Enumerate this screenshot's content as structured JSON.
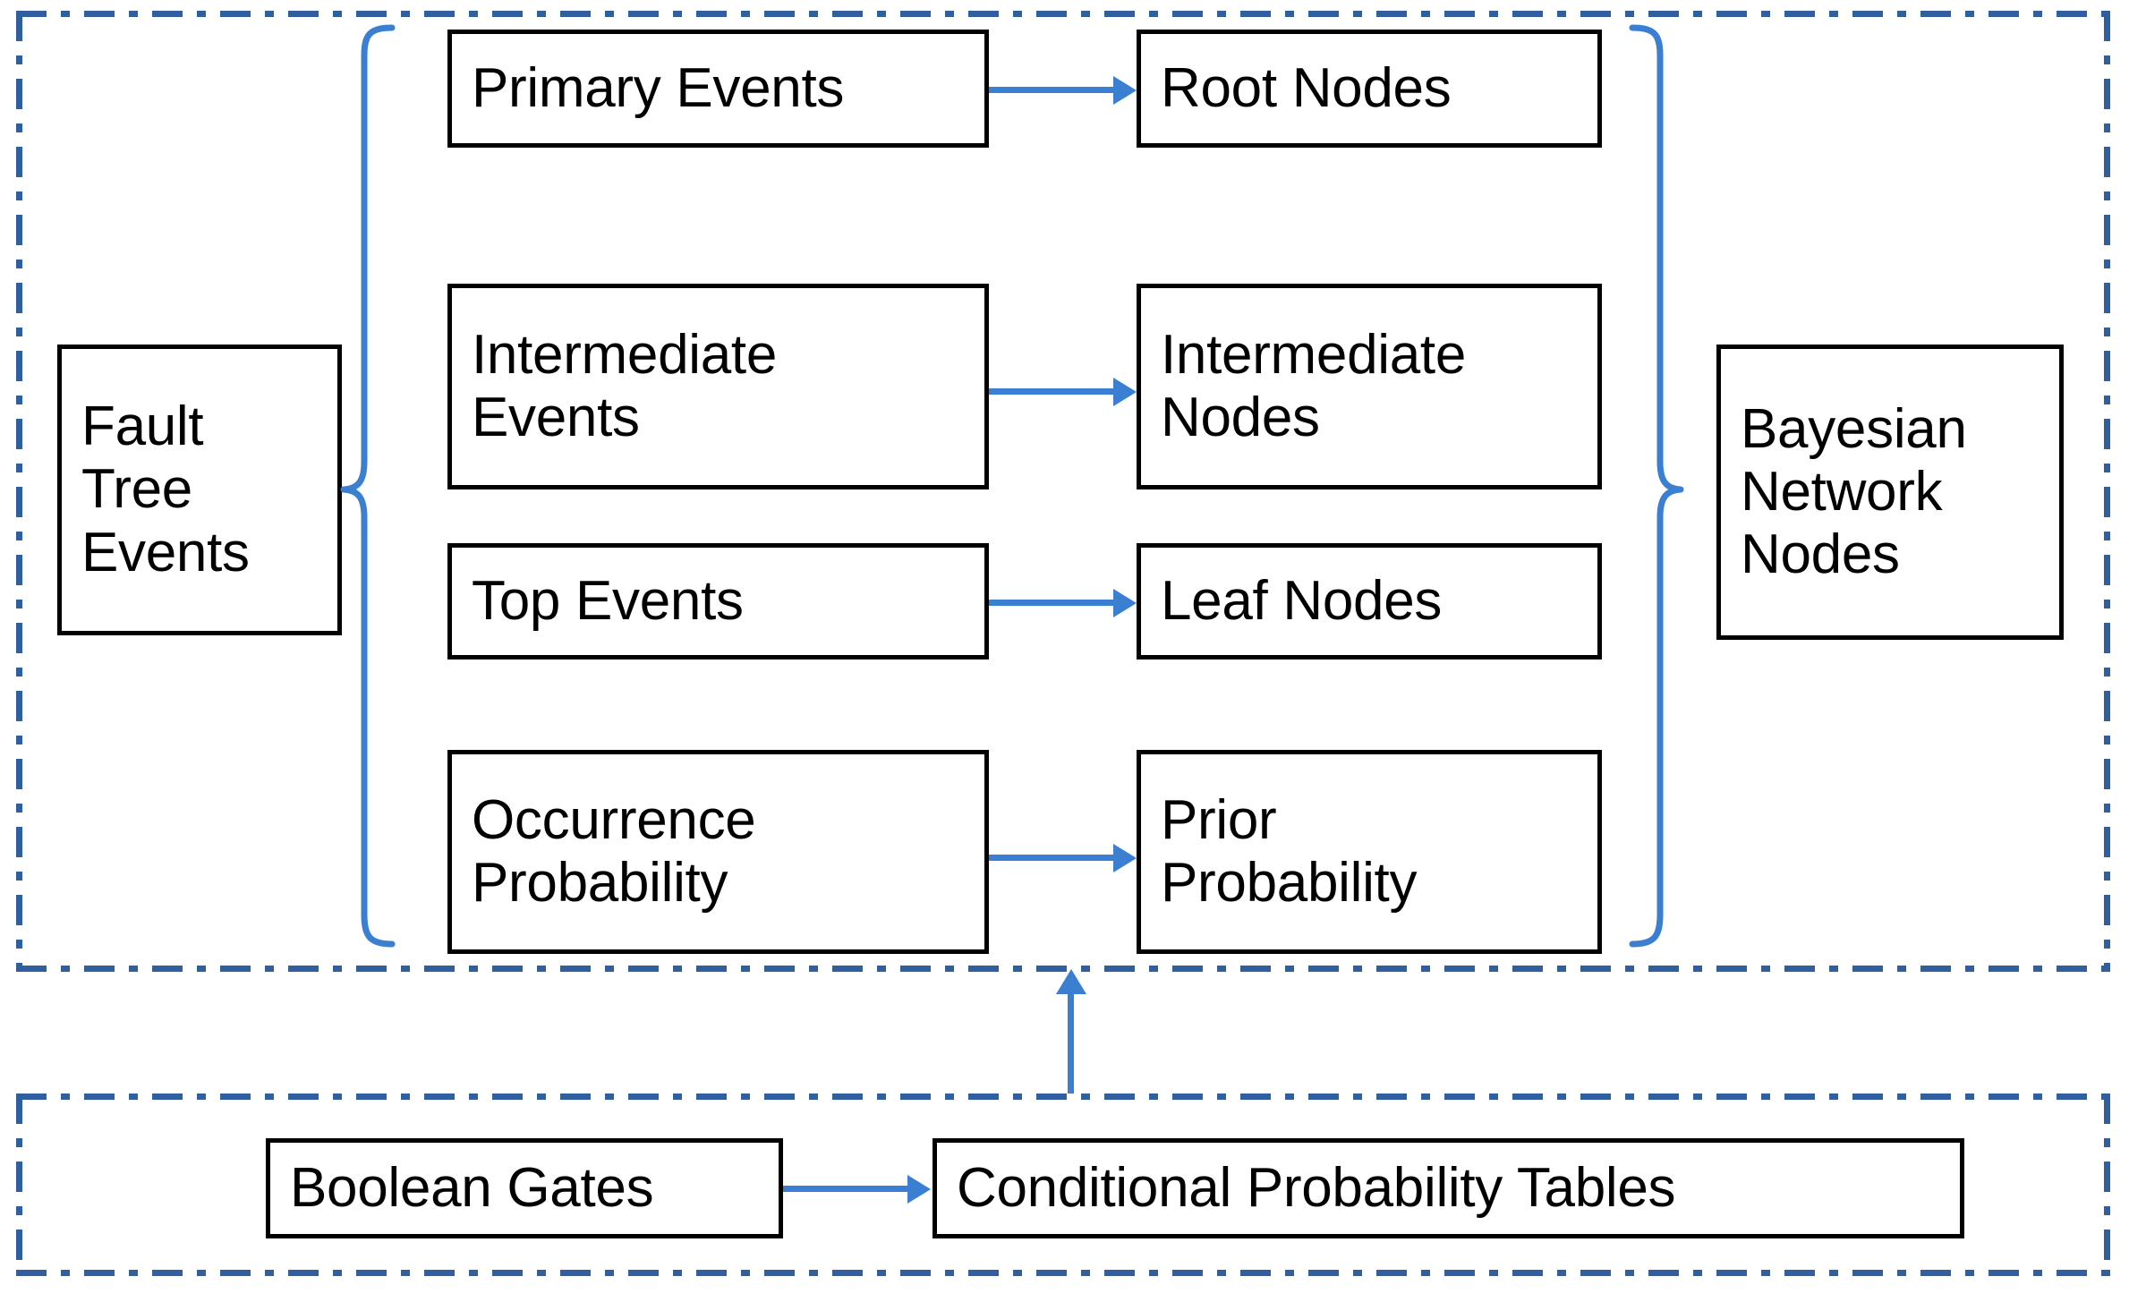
{
  "diagram": {
    "title": "Fault Tree to Bayesian Network mapping diagram",
    "colors": {
      "accent_blue": "#3a7fd1",
      "panel_border_blue": "#2f5f9e",
      "box_border": "#000000",
      "background": "#ffffff",
      "text": "#000000"
    },
    "panels": [
      {
        "id": "events-panel",
        "label": ""
      },
      {
        "id": "gates-panel",
        "label": ""
      }
    ],
    "groups": {
      "source": {
        "label": "Fault\nTree\nEvents"
      },
      "target": {
        "label": "Bayesian\nNetwork\nNodes"
      }
    },
    "mappings": [
      {
        "from": "Primary Events",
        "to": "Root Nodes"
      },
      {
        "from": "Intermediate\nEvents",
        "to": "Intermediate\nNodes"
      },
      {
        "from": "Top Events",
        "to": "Leaf Nodes"
      },
      {
        "from": "Occurrence\nProbability",
        "to": "Prior\nProbability"
      }
    ],
    "bottom_mapping": {
      "from": "Boolean Gates",
      "to": "Conditional Probability Tables"
    },
    "vertical_link": {
      "from": "Conditional Probability Tables",
      "to": "Occurrence / Prior Probability row"
    }
  }
}
